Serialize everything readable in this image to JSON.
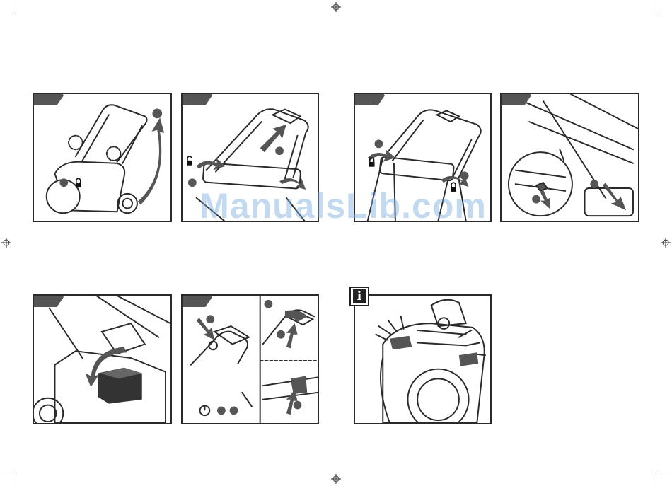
{
  "watermark": {
    "text": "ManualsLib.com"
  },
  "info_icon": {
    "glyph": "i"
  },
  "colors": {
    "line": "#2a2a2a",
    "arrow": "#555555",
    "tab": "#555555",
    "watermark": "#78aadc"
  },
  "figures": [
    {
      "id": "fig-1",
      "content": "handle-unfold"
    },
    {
      "id": "fig-2",
      "content": "handle-extend-unlock"
    },
    {
      "id": "fig-3",
      "content": "handle-lock"
    },
    {
      "id": "fig-4",
      "content": "chute-rod-clip"
    },
    {
      "id": "fig-5",
      "content": "battery-insert"
    },
    {
      "id": "fig-6",
      "content": "power-start"
    },
    {
      "id": "fig-7",
      "content": "headlights-info"
    }
  ]
}
